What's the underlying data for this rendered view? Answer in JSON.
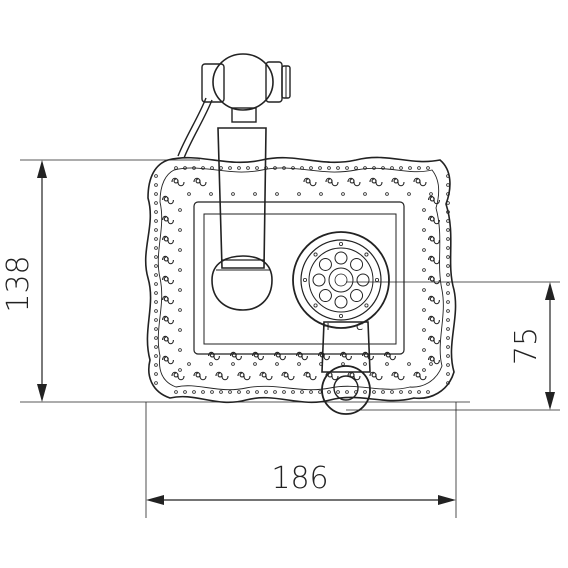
{
  "dimensions": {
    "height_total": "138",
    "height_handle": "75",
    "width_total": "186"
  },
  "handle_marks": {
    "hot": "H",
    "cold": "C"
  },
  "colors": {
    "line": "#222222",
    "background": "#ffffff"
  }
}
